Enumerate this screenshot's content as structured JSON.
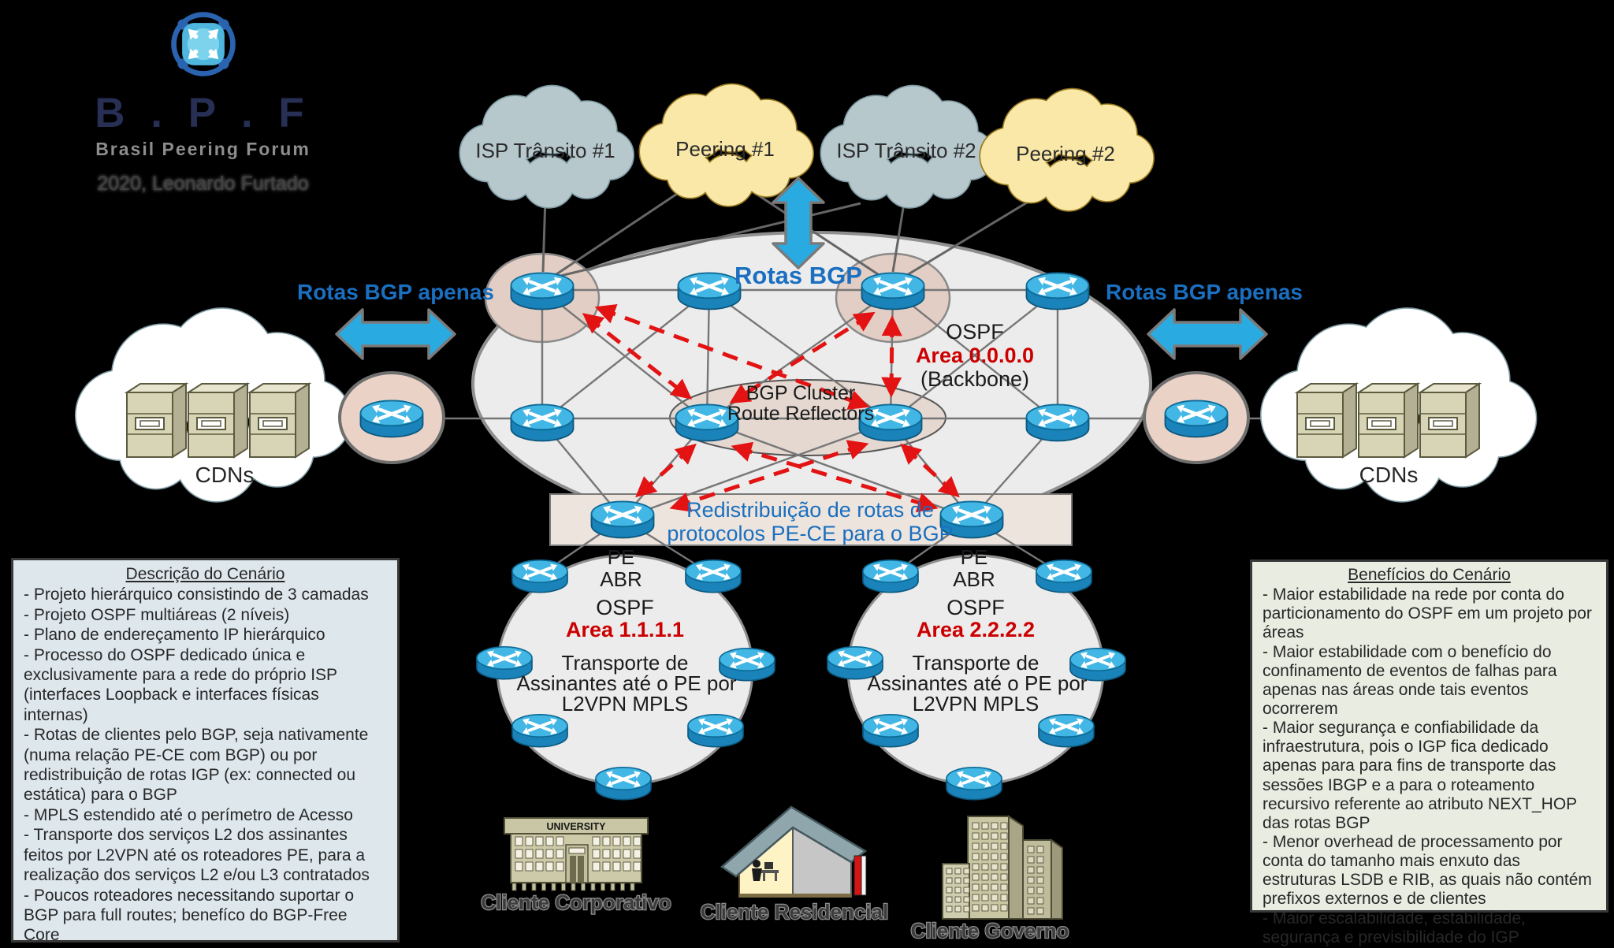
{
  "logo": {
    "title": "B . P . F",
    "subtitle": "Brasil Peering Forum",
    "credit": "2020, Leonardo Furtado"
  },
  "clouds": {
    "isp1": "ISP Trânsito #1",
    "peering1": "Peering #1",
    "isp2": "ISP Trânsito #2",
    "peering2": "Peering #2",
    "cdn_left": "CDNs",
    "cdn_right": "CDNs"
  },
  "labels": {
    "rotas_bgp": "Rotas BGP",
    "apenas_left": "Rotas BGP apenas",
    "apenas_right": "Rotas BGP apenas",
    "ospf_backbone": {
      "l1": "OSPF",
      "l2": "Area 0.0.0.0",
      "l3": "(Backbone)"
    },
    "bgp_cluster": {
      "l1": "BGP Cluster",
      "l2": "Route Reflectors"
    },
    "redistribution": {
      "l1": "Redistribuição de rotas de",
      "l2": "protocolos PE-CE para o BGP"
    },
    "pe_abr_left": {
      "l1": "PE",
      "l2": "ABR"
    },
    "pe_abr_right": {
      "l1": "PE",
      "l2": "ABR"
    },
    "area1": {
      "ospf": "OSPF",
      "area": "Area 1.1.1.1",
      "t1": "Transporte de",
      "t2": "Assinantes até o PE por",
      "t3": "L2VPN MPLS"
    },
    "area2": {
      "ospf": "OSPF",
      "area": "Area 2.2.2.2",
      "t1": "Transporte de",
      "t2": "Assinantes até o PE por",
      "t3": "L2VPN MPLS"
    },
    "university_sign": "UNIVERSITY"
  },
  "clients": {
    "corporate": "Cliente Corporativo",
    "residential": "Cliente Residencial",
    "government": "Cliente Governo"
  },
  "left_box": {
    "title": "Descrição do Cenário",
    "items": [
      "- Projeto hierárquico consistindo de 3 camadas",
      "- Projeto OSPF multiáreas (2 níveis)",
      "- Plano de endereçamento IP hierárquico",
      "- Processo do OSPF dedicado única e exclusivamente para a rede do próprio ISP (interfaces Loopback e interfaces físicas internas)",
      "- Rotas de clientes pelo BGP, seja nativamente (numa relação PE-CE com BGP) ou por redistribuição de rotas IGP (ex: connected ou estática) para o BGP",
      "- MPLS estendido até o perímetro de Acesso",
      "- Transporte dos serviços L2 dos assinantes feitos por L2VPN até os roteadores PE, para a realização dos serviços L2 e/ou L3 contratados",
      "- Poucos roteadores necessitando suportar o BGP para full routes; benefíco do BGP-Free Core"
    ]
  },
  "right_box": {
    "title": "Benefícios do Cenário",
    "items": [
      "- Maior estabilidade na rede por conta do particionamento do OSPF em um projeto por áreas",
      "- Maior estabilidade com o benefício do confinamento de eventos de falhas para apenas nas áreas onde tais eventos ocorrerem",
      "- Maior segurança e confiabilidade da infraestrutura, pois o IGP fica dedicado apenas para para fins de transporte das sessões IBGP e a para o roteamento recursivo referente ao atributo NEXT_HOP das rotas BGP",
      "- Menor overhead de processamento por conta do tamanho mais enxuto das estruturas LSDB e RIB, as quais não contém prefixos externos e de clientes",
      "- Maior escalabilidade, estabilidade, segurança e previsibilidade do IGP"
    ]
  },
  "colors": {
    "label_blue": "#1a6fc0",
    "area_red": "#cc0000",
    "arrow_blue": "#29abe2",
    "ibgp_red": "#e31313",
    "router_top": "#42b6e4",
    "router_body": "#1a84ba",
    "cloud_gray_fill": "#b7c8cd",
    "cloud_gray_stroke": "#7e9aa2",
    "cloud_yellow_fill": "#fae8a8",
    "cloud_yellow_stroke": "#97781f",
    "cloud_white_fill": "#ffffff",
    "cloud_white_stroke": "#7e9aa2",
    "highlight_pink": "#e6cfc4",
    "ellipse_gray": "#ececec"
  }
}
